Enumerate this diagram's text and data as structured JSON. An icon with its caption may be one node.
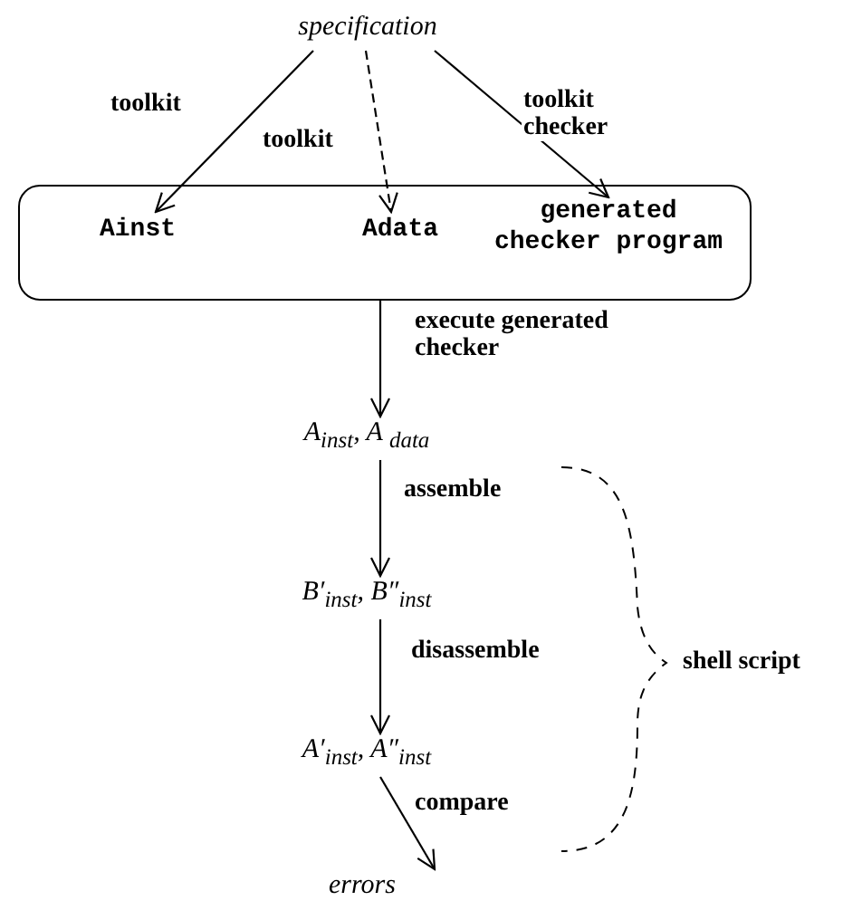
{
  "diagram": {
    "nodes": [
      {
        "text": [
          "specification"
        ]
      },
      {
        "text": [],
        "shape": "box"
      },
      {
        "text": [
          "Ainst"
        ],
        "in": 1
      },
      {
        "text": [
          "Adata"
        ],
        "in": 1
      },
      {
        "text": [
          "generated checker program"
        ],
        "in": 1
      },
      {
        "text": [
          "A$_{inst}$, A $_{data}$"
        ]
      },
      {
        "text": [
          "B′$_{inst}$, B″$_{inst}$"
        ]
      },
      {
        "text": [
          "A′$_{inst}$, A″$_{inst}$"
        ]
      },
      {
        "text": [
          "errors"
        ]
      }
    ],
    "edges": [
      {
        "from": 0,
        "to": 2,
        "arrow": "to",
        "label": "toolkit"
      },
      {
        "from": 0,
        "to": 3,
        "arrow": "to",
        "label": "toolkit",
        "style": "dashed"
      },
      {
        "from": 0,
        "to": 4,
        "arrow": "to",
        "label": "toolkit checker"
      },
      {
        "from": 1,
        "to": 5,
        "arrow": "to",
        "label": "execute generated checker"
      },
      {
        "from": 5,
        "to": 6,
        "arrow": "to",
        "label": "assemble"
      },
      {
        "from": 6,
        "to": 7,
        "arrow": "to",
        "label": "disassemble"
      },
      {
        "from": 7,
        "to": 8,
        "arrow": "to",
        "label": "compare"
      }
    ],
    "labels": [
      "shell script"
    ]
  }
}
